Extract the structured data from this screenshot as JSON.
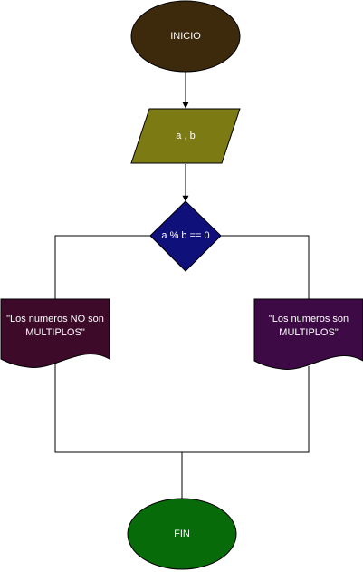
{
  "flowchart": {
    "start": {
      "label": "INICIO",
      "fill": "#3d2a0d",
      "text_color": "#ffffff"
    },
    "input": {
      "label": "a , b",
      "fill": "#7c7a12",
      "text_color": "#ffffff"
    },
    "decision": {
      "label": "a % b == 0",
      "fill": "#10107a",
      "text_color": "#ffffff"
    },
    "output_left": {
      "line1": "\"Los numeros NO son",
      "line2": "MULTIPLOS\"",
      "fill": "#3d0a2a",
      "text_color": "#ffffff"
    },
    "output_right": {
      "line1": "\"Los numeros son",
      "line2": "MULTIPLOS\"",
      "fill": "#3d0a45",
      "text_color": "#ffffff"
    },
    "end": {
      "label": "FIN",
      "fill": "#076b09",
      "text_color": "#ffffff"
    },
    "edge_color": "#000000"
  }
}
